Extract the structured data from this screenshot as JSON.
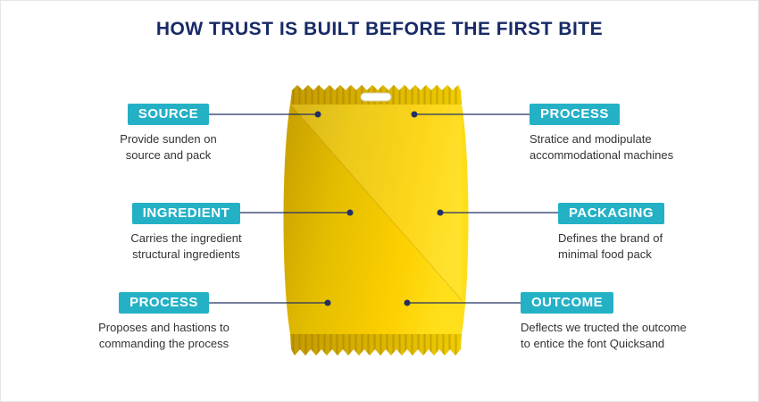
{
  "title": "HOW TRUST IS BUILT BEFORE THE FIRST BITE",
  "callouts": {
    "left": [
      {
        "label": "SOURCE",
        "desc": "Provide sunden on source and pack"
      },
      {
        "label": "INGREDIENT",
        "desc": "Carries the ingredient structural ingredients"
      },
      {
        "label": "PROCESS",
        "desc": "Proposes and hastions to commanding the process"
      }
    ],
    "right": [
      {
        "label": "PROCESS",
        "desc": "Stratice and modipulate accommodational machines"
      },
      {
        "label": "PACKAGING",
        "desc": "Defines the brand of minimal food pack"
      },
      {
        "label": "OUTCOME",
        "desc": "Deflects we tructed the outcome to entice the font Quicksand"
      }
    ]
  },
  "colors": {
    "badge": "#24b1c6",
    "badge-text": "#ffffff",
    "title": "#182a66",
    "line": "#223064",
    "packet-dark": "#c79e00",
    "packet-light": "#ffdf1a"
  }
}
